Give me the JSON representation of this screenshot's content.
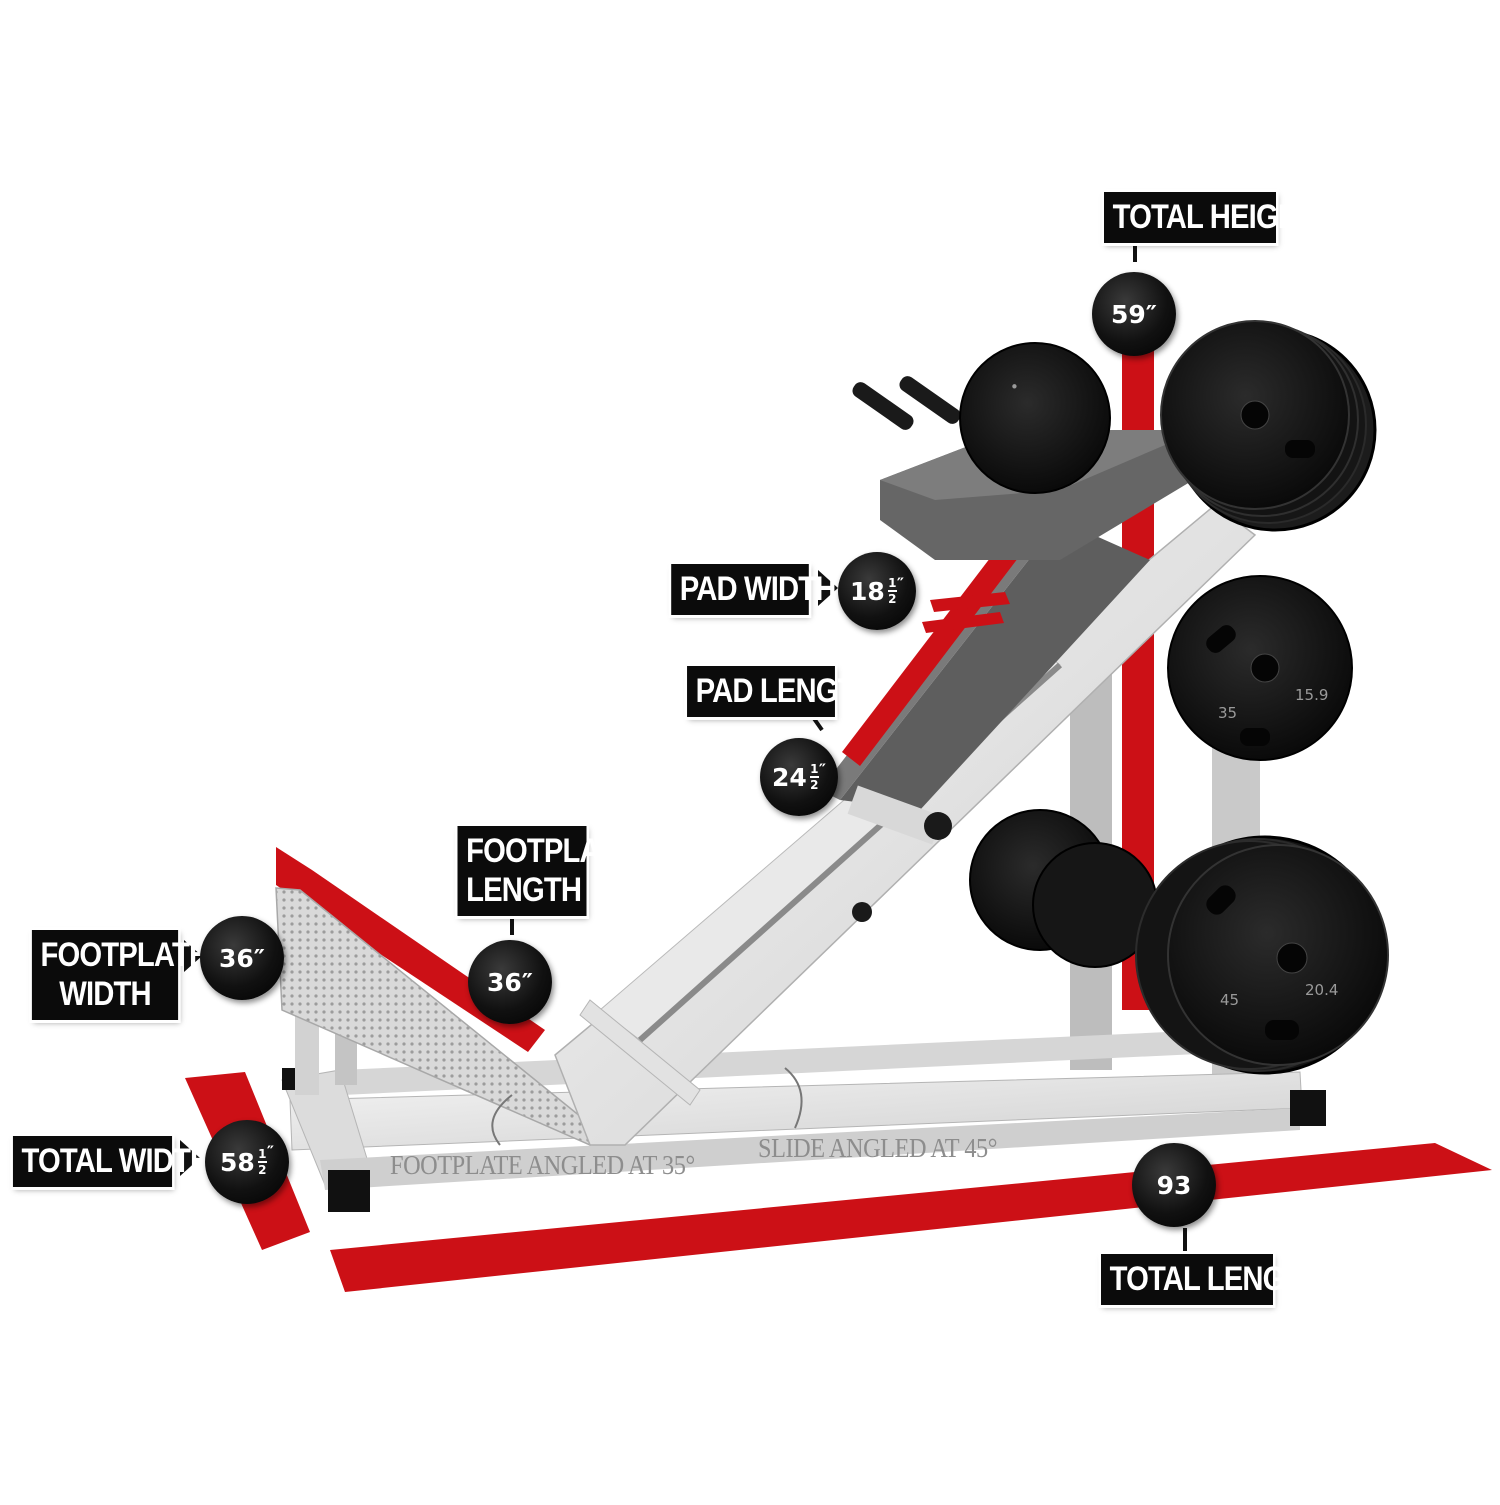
{
  "labels": {
    "total_height": "TOTAL HEIGHT",
    "pad_width": "PAD WIDTH",
    "pad_length": "PAD LENGTH",
    "footplate_length": "FOOTPLATE LENGTH",
    "footplate_width": "FOOTPLATE WIDTH",
    "total_width": "TOTAL WIDTH",
    "total_length": "TOTAL LENGTH"
  },
  "values": {
    "total_height": "59″",
    "pad_width_whole": "18",
    "pad_length_whole": "24",
    "footplate_length": "36″",
    "footplate_width": "36″",
    "total_width_whole": "58",
    "total_length": "93",
    "fraction_num": "1",
    "fraction_den": "2",
    "inch_mark": "″"
  },
  "notes": {
    "footplate_angle": "FOOTPLATE ANGLED AT 35°",
    "slide_angle": "SLIDE ANGLED AT 45°"
  },
  "plates": {
    "large_lb": "45",
    "large_kg": "20.4",
    "mid_lb": "35",
    "mid_kg": "15.9"
  },
  "colors": {
    "accent_red": "#cc1016",
    "frame": "#e4e4e4",
    "carriage": "#5e5e5e",
    "plate": "#151515"
  }
}
